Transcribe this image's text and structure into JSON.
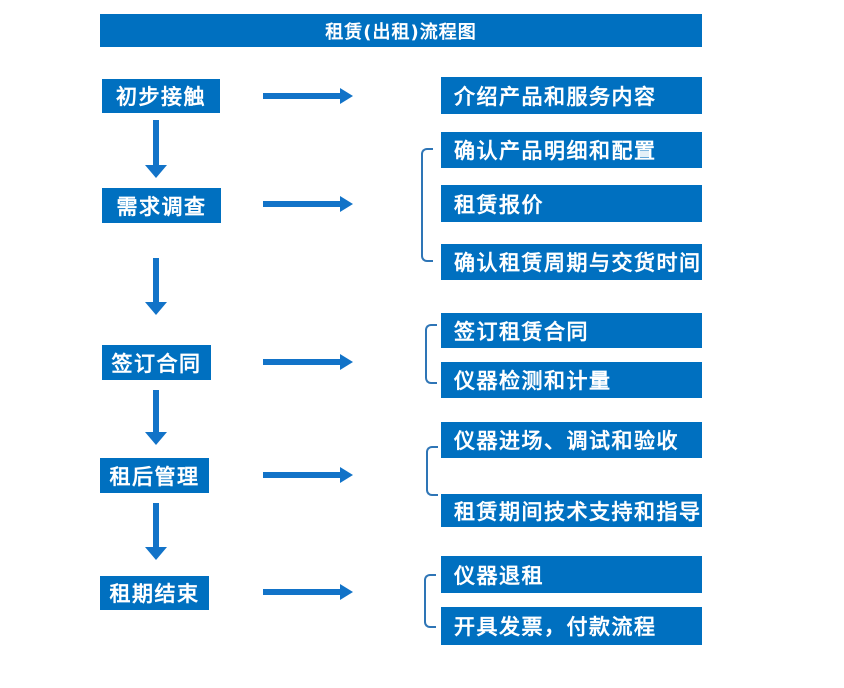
{
  "title": "租赁(出租)流程图",
  "colors": {
    "box_blue": "#0070c0",
    "arrow_blue": "#1273c8",
    "bracket_blue": "#2e75b6",
    "text_white": "#ffffff",
    "background": "#ffffff"
  },
  "stages": [
    {
      "label": "初步接触"
    },
    {
      "label": "需求调查"
    },
    {
      "label": "签订合同"
    },
    {
      "label": "租后管理"
    },
    {
      "label": "租期结束"
    }
  ],
  "details": [
    {
      "label": "介绍产品和服务内容"
    },
    {
      "label": "确认产品明细和配置"
    },
    {
      "label": "租赁报价"
    },
    {
      "label": "确认租赁周期与交货时间"
    },
    {
      "label": "签订租赁合同"
    },
    {
      "label": "仪器检测和计量"
    },
    {
      "label": "仪器进场、调试和验收"
    },
    {
      "label": "租赁期间技术支持和指导"
    },
    {
      "label": "仪器退租"
    },
    {
      "label": "开具发票，付款流程"
    }
  ]
}
